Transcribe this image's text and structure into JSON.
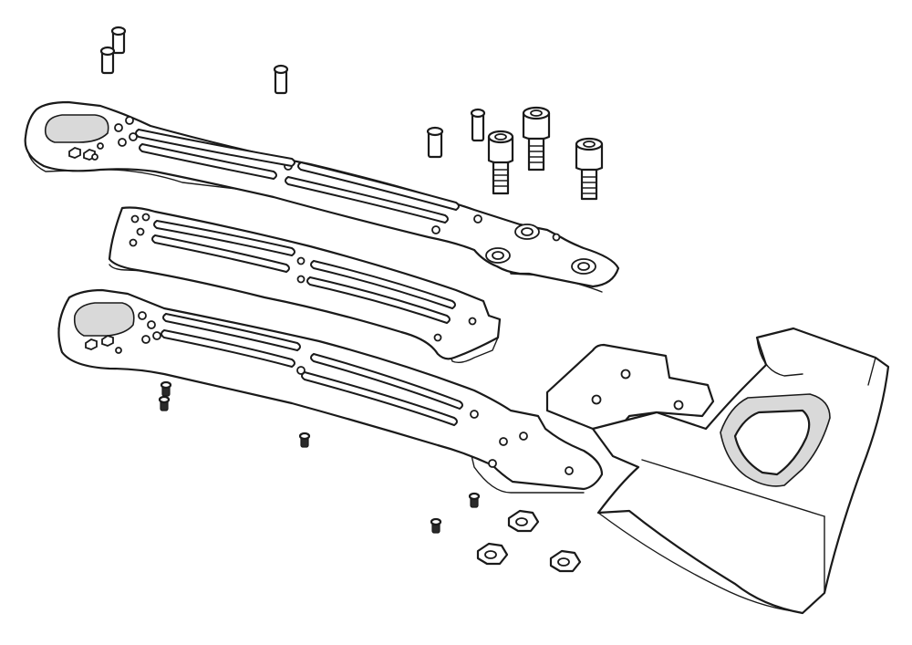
{
  "figure": {
    "type": "exploded-assembly-line-drawing",
    "subject": "axe-with-skeletonized-handle",
    "parts": [
      "handle-scale-top",
      "handle-liner-middle",
      "handle-scale-bottom",
      "axe-head",
      "socket-cap-screw",
      "pin-screw",
      "small-pin",
      "hex-nut"
    ],
    "colors": {
      "line": "#1a1a1a",
      "fill": "#ffffff",
      "shade": "#d9d9d9"
    }
  }
}
